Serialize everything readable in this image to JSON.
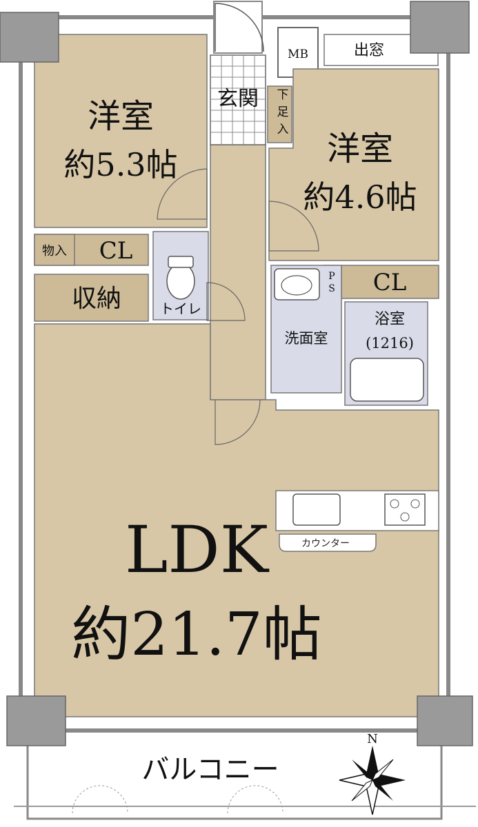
{
  "rooms": {
    "western1": {
      "name": "洋室",
      "size": "約5.3帖"
    },
    "western2": {
      "name": "洋室",
      "size": "約4.6帖"
    },
    "ldk": {
      "name": "LDK",
      "size": "約21.7帖"
    }
  },
  "labels": {
    "entrance": "玄関",
    "shoe_storage": [
      "下",
      "足",
      "入"
    ],
    "mb": "MB",
    "bay_window": "出窓",
    "closet_a": "CL",
    "closet_b": "CL",
    "storage_small": "物入",
    "storage": "収納",
    "toilet": "トイレ",
    "ps": [
      "P",
      "S"
    ],
    "washroom": "洗面室",
    "bathroom": "浴室",
    "bath_size": "(1216)",
    "counter": "カウンター",
    "balcony": "バルコニー",
    "north": "N"
  },
  "colors": {
    "floor": "#d8c7a6",
    "wet_area": "#d9dbe8",
    "storage": "#cdbb98",
    "column": "#9a9a9a",
    "wall": "#555555"
  }
}
